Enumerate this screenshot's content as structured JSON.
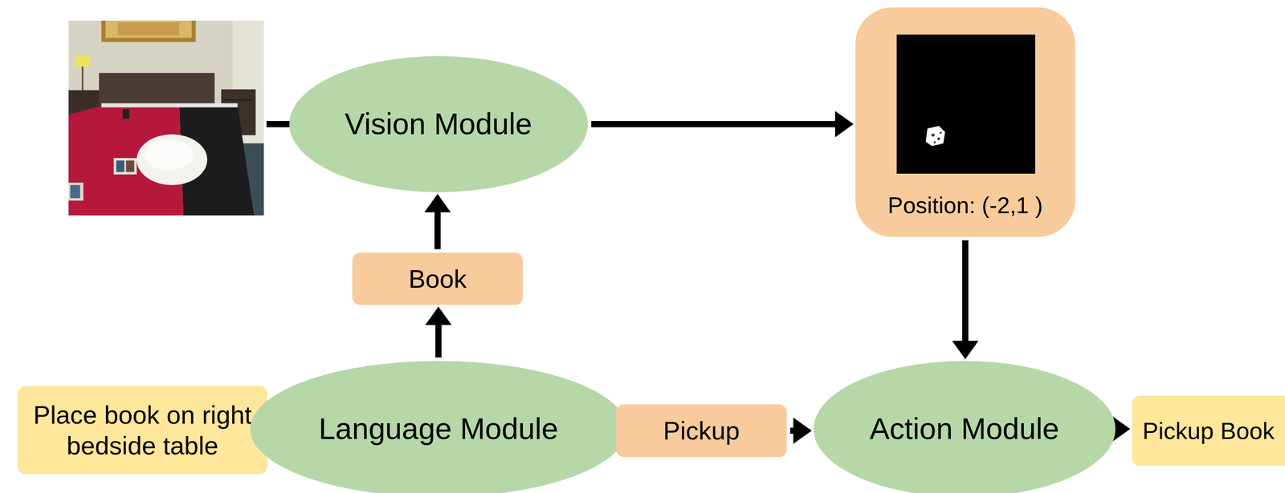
{
  "diagram": {
    "nodes": [
      {
        "text": [
          "Vision Module"
        ]
      },
      {
        "text": [
          "Position: (-2,1 )"
        ]
      },
      {
        "text": [
          "Book"
        ]
      },
      {
        "text": [
          "Place book on right bedside table"
        ]
      },
      {
        "text": [
          "Language Module"
        ]
      },
      {
        "text": [
          "Pickup"
        ]
      },
      {
        "text": [
          "Action Module"
        ]
      },
      {
        "text": [
          "Pickup Book"
        ]
      }
    ],
    "edges": [
      {
        "from": 0,
        "to": 1,
        "arrow": "to"
      },
      {
        "from": 4,
        "to": 2,
        "arrow": "to"
      },
      {
        "from": 2,
        "to": 0,
        "arrow": "to"
      },
      {
        "from": 3,
        "to": 4,
        "arrow": "to"
      },
      {
        "from": 4,
        "to": 5,
        "arrow": "to"
      },
      {
        "from": 5,
        "to": 6,
        "arrow": "to"
      },
      {
        "from": 1,
        "to": 6,
        "arrow": "to"
      },
      {
        "from": 6,
        "to": 7,
        "arrow": "to"
      }
    ]
  }
}
